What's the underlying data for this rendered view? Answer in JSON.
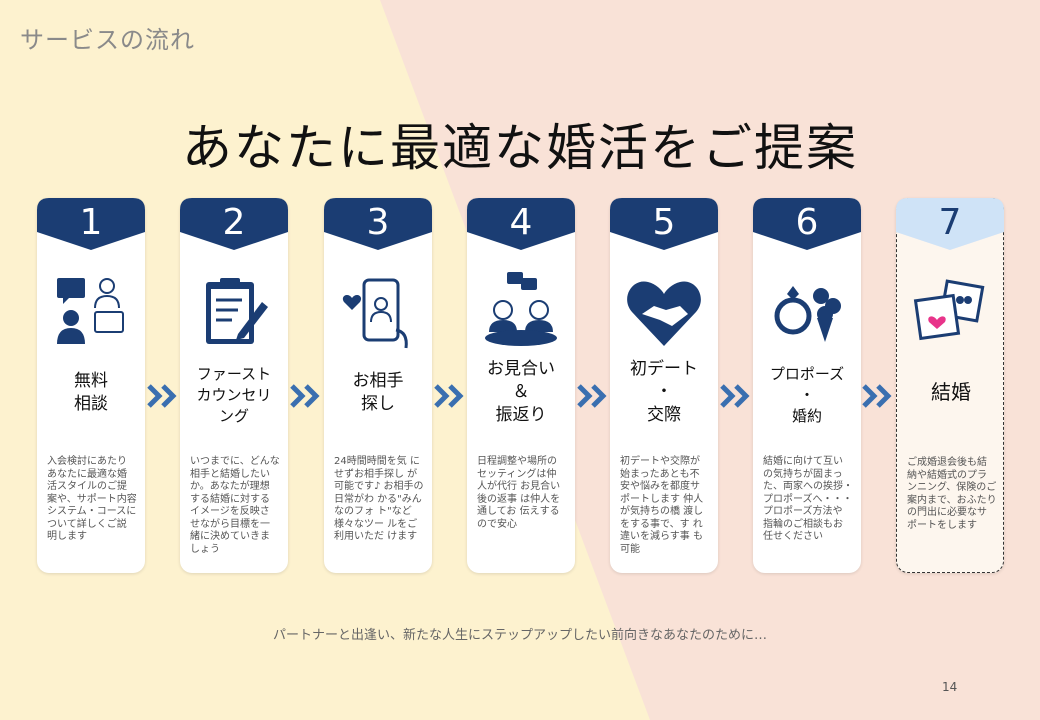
{
  "section_label": "サービスの流れ",
  "main_title": "あなたに最適な婚活をご提案",
  "colors": {
    "navy": "#1b3d73",
    "arrow_blue": "#3a6fb0",
    "final_tab": "#cfe3f7",
    "background": "#fdf2cf",
    "peach": "#f9e2d7"
  },
  "steps": [
    {
      "number": "1",
      "title_lines": [
        "無料",
        "相談"
      ],
      "icon": "consultation-icon",
      "description": "入会検討にあたり あなたに最適な婚 活スタイルのご提 案や、サポート内容 システム・コースに ついて詳しくご説 明します"
    },
    {
      "number": "2",
      "title_lines": [
        "ファースト",
        "カウンセリ",
        "ング"
      ],
      "icon": "clipboard-icon",
      "description": "いつまでに、どんな 相手と結婚したい か。あなたが理想 する結婚に対する イメージを反映さ せながら目標を一 緒に決めていきま しょう"
    },
    {
      "number": "3",
      "title_lines": [
        "お相手",
        "探し"
      ],
      "icon": "smartphone-search-icon",
      "description": "24時間時間を気 にせずお相手探し が可能です♪ お相手の日常がわ かる\"みんなのフォ ト\"など様々なツー ルをご利用いただ けます"
    },
    {
      "number": "4",
      "title_lines": [
        "お見合い",
        "＆",
        "振返り"
      ],
      "icon": "meeting-icon",
      "description": "日程調整や場所の セッティングは仲 人が代行 お見合い後の返事 は仲人を通してお 伝えするので安心"
    },
    {
      "number": "5",
      "title_lines": [
        "初デート",
        "・",
        "交際"
      ],
      "icon": "heart-handshake-icon",
      "description": "初デートや交際が 始まったあとも不 安や悩みを都度サ ポートします 仲人が気持ちの橋 渡しをする事で、す れ違いを減らす事 も可能"
    },
    {
      "number": "6",
      "title_lines": [
        "プロポーズ",
        "・",
        "婚約"
      ],
      "icon": "ring-bouquet-icon",
      "description": "結婚に向けて互い の気持ちが固まっ た、両家への挨拶・ プロポーズへ・・・ プロポーズ方法や 指輪のご相談もお 任せください"
    },
    {
      "number": "7",
      "title_lines": [
        "結婚"
      ],
      "icon": "photo-frames-icon",
      "description": "ご成婚退会後も結 納や結婚式のプラ ンニング、保険のご 案内まで、おふたり の門出に必要なサ ポートをします"
    }
  ],
  "footer_note": "パートナーと出逢い、新たな人生にステップアップしたい前向きなあなたのために…",
  "page_number": "14"
}
